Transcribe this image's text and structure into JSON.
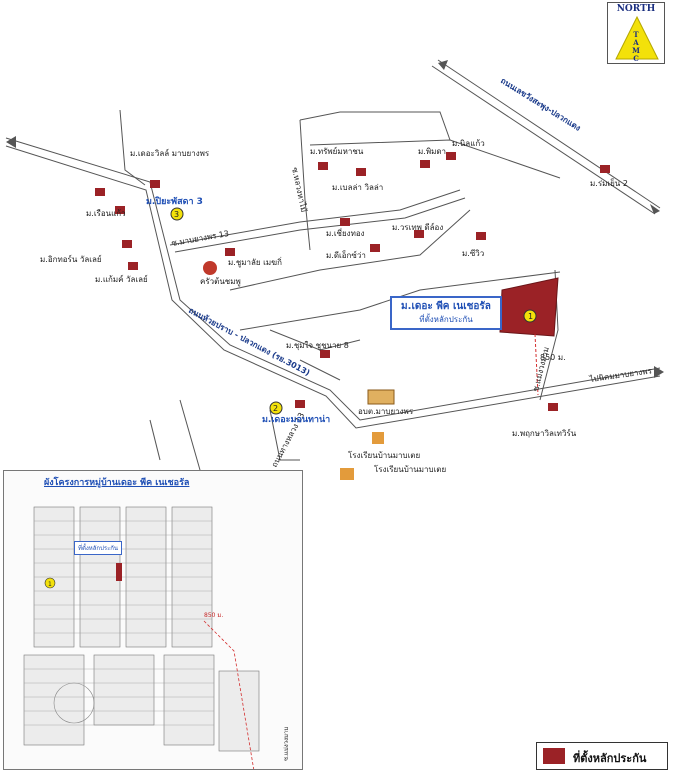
{
  "north": {
    "title": "NORTH",
    "code": "T\nA\nM\nC"
  },
  "roads": {
    "top_right": "ถนนเลขวังสะพุง-ปลวกแดง",
    "main_diag": "ถนนห้วยปราบ - ปลวกแดง (รย.3013)",
    "soi13": "ซ.มาบยางพร 13",
    "lower_bend": "ถนนทางหลวง 13",
    "right_lower": "ไปนิคมมาบยางพร",
    "right_vertical": "ซ.แม่งวงมาม",
    "mid_vertical": "ซ.หลวงหาไม้"
  },
  "distance_label": "850 ม.",
  "places": [
    {
      "id": "p1",
      "label": "ม.เดอะวิลล์ มาบยางพร"
    },
    {
      "id": "p2",
      "label": "ม.ปิยะพัสดา 3"
    },
    {
      "id": "p3",
      "label": "ม.เรือนแก้ว"
    },
    {
      "id": "p4",
      "label": "ม.อิกทอร์น วัลเลย์"
    },
    {
      "id": "p5",
      "label": "ม.แก้มค์ วัลเลย์"
    },
    {
      "id": "p6",
      "label": "ม.ชูมาลัย เมฆกิ่"
    },
    {
      "id": "p7",
      "label": "ครัวต้นชมพู"
    },
    {
      "id": "p8",
      "label": "ม.เชี่ยงทอง"
    },
    {
      "id": "p9",
      "label": "ม.วรเทพ ดีล์อง"
    },
    {
      "id": "p10",
      "label": "ม.ดีเอ็กซ์ว่า"
    },
    {
      "id": "p11",
      "label": "ม.ซีวิว"
    },
    {
      "id": "p12",
      "label": "ม.ทรัพย์มหาชน"
    },
    {
      "id": "p13",
      "label": "ม.พิมดา"
    },
    {
      "id": "p14",
      "label": "ม.นิลแก้ว"
    },
    {
      "id": "p15",
      "label": "ม.เบลล่า วิลล่า"
    },
    {
      "id": "p16",
      "label": "ม.ร่มเย็น 2"
    },
    {
      "id": "p17",
      "label": "ม.ชุมใจ ชูชนาย 8"
    },
    {
      "id": "p18",
      "label": "อบต.มาบยางพร"
    },
    {
      "id": "p19",
      "label": "ม.เดอะมอนทาน่า"
    },
    {
      "id": "p20",
      "label": "ม.พฤกษาวิลเทวิร์น"
    },
    {
      "id": "p21",
      "label": "โรงเรียนบ้านมาบเตย"
    },
    {
      "id": "p22",
      "label": "โรงเรียนบ้านมาบเตย"
    }
  ],
  "markers": {
    "m1": "1",
    "m2": "2",
    "m3": "3"
  },
  "callout": {
    "line1": "ม.เดอะ พีค เนเชอรัล",
    "line2": "ที่ตั้งหลักประกัน"
  },
  "inset": {
    "title": "ผังโครงการหมู่บ้านเดอะ พีค เนเชอรัล",
    "note": "ที่ตั้งหลักประกัน",
    "marker": "1",
    "road_label": "ซ.แม่งวงมาม",
    "distance": "850 ม."
  },
  "legend": {
    "label": "ที่ตั้งหลักประกัน",
    "color": "#9b2226"
  },
  "colors": {
    "road": "#555555",
    "text_blue": "#1f4fb5",
    "site": "#9b2226",
    "marker": "#f3e10a"
  }
}
